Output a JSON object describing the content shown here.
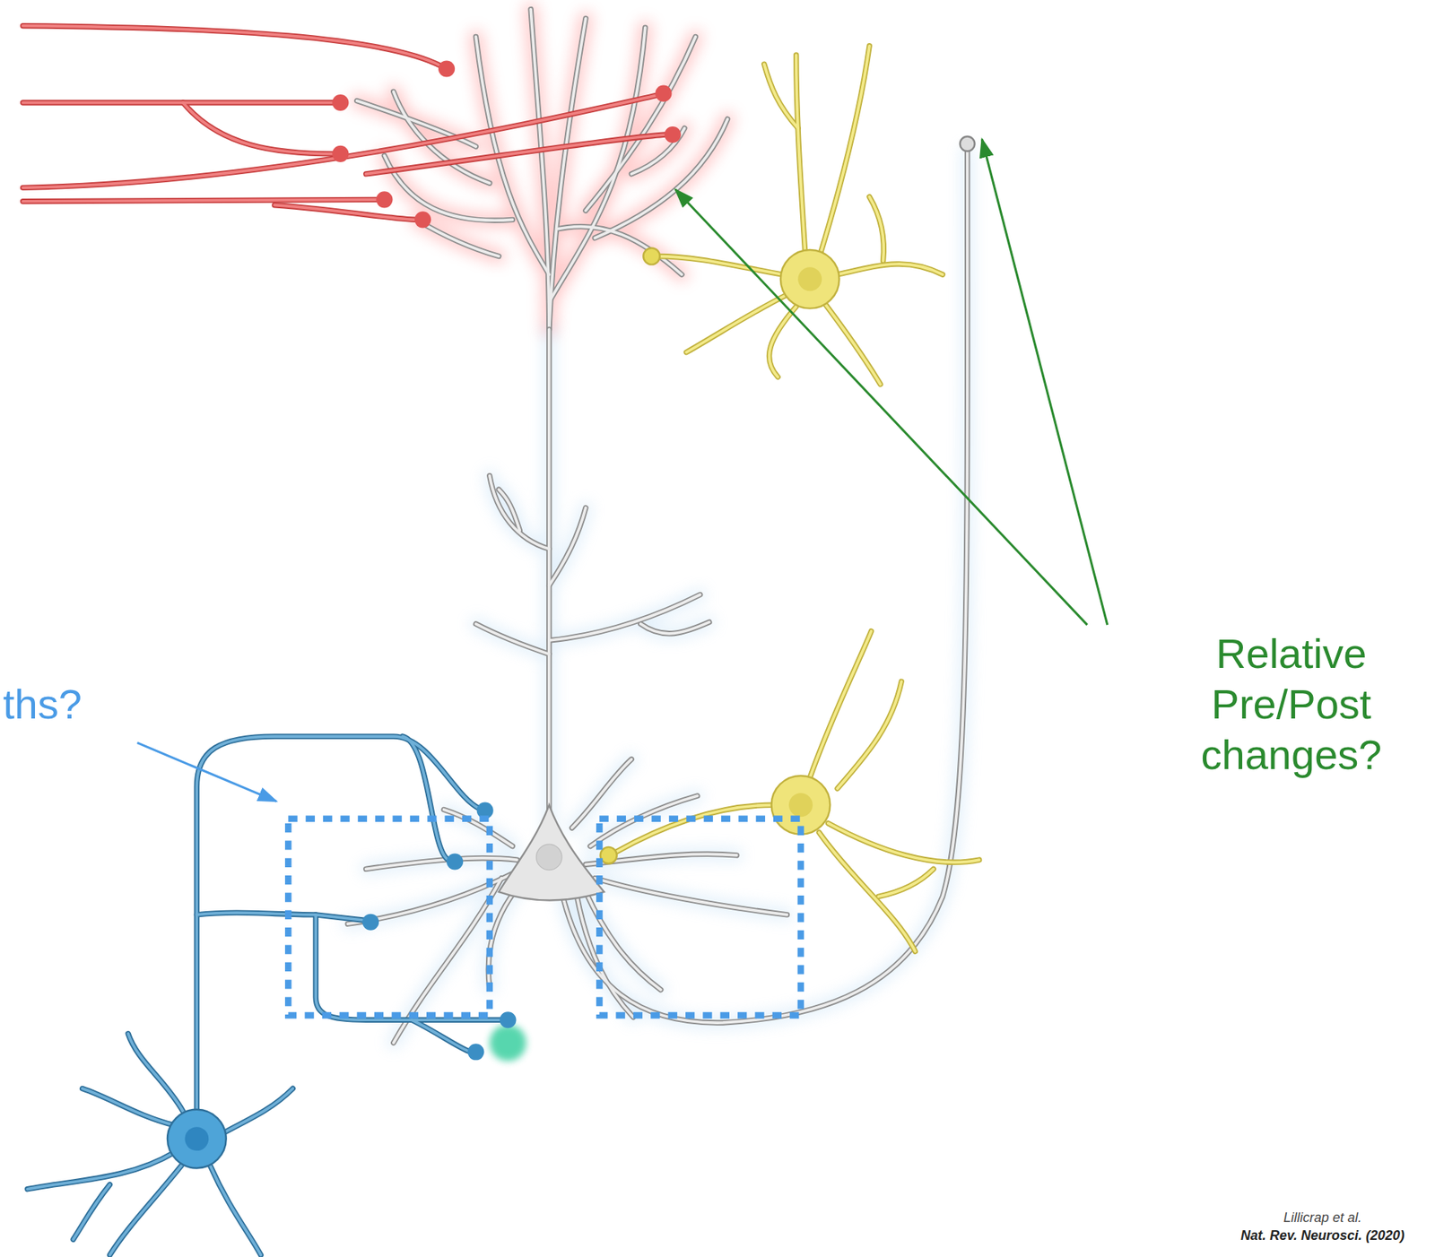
{
  "diagram": {
    "labels": [
      "ths?",
      "Relative Pre/Post changes?",
      "Lillicrap et al.",
      "Nat. Rev. Neurosci. (2020)"
    ]
  }
}
